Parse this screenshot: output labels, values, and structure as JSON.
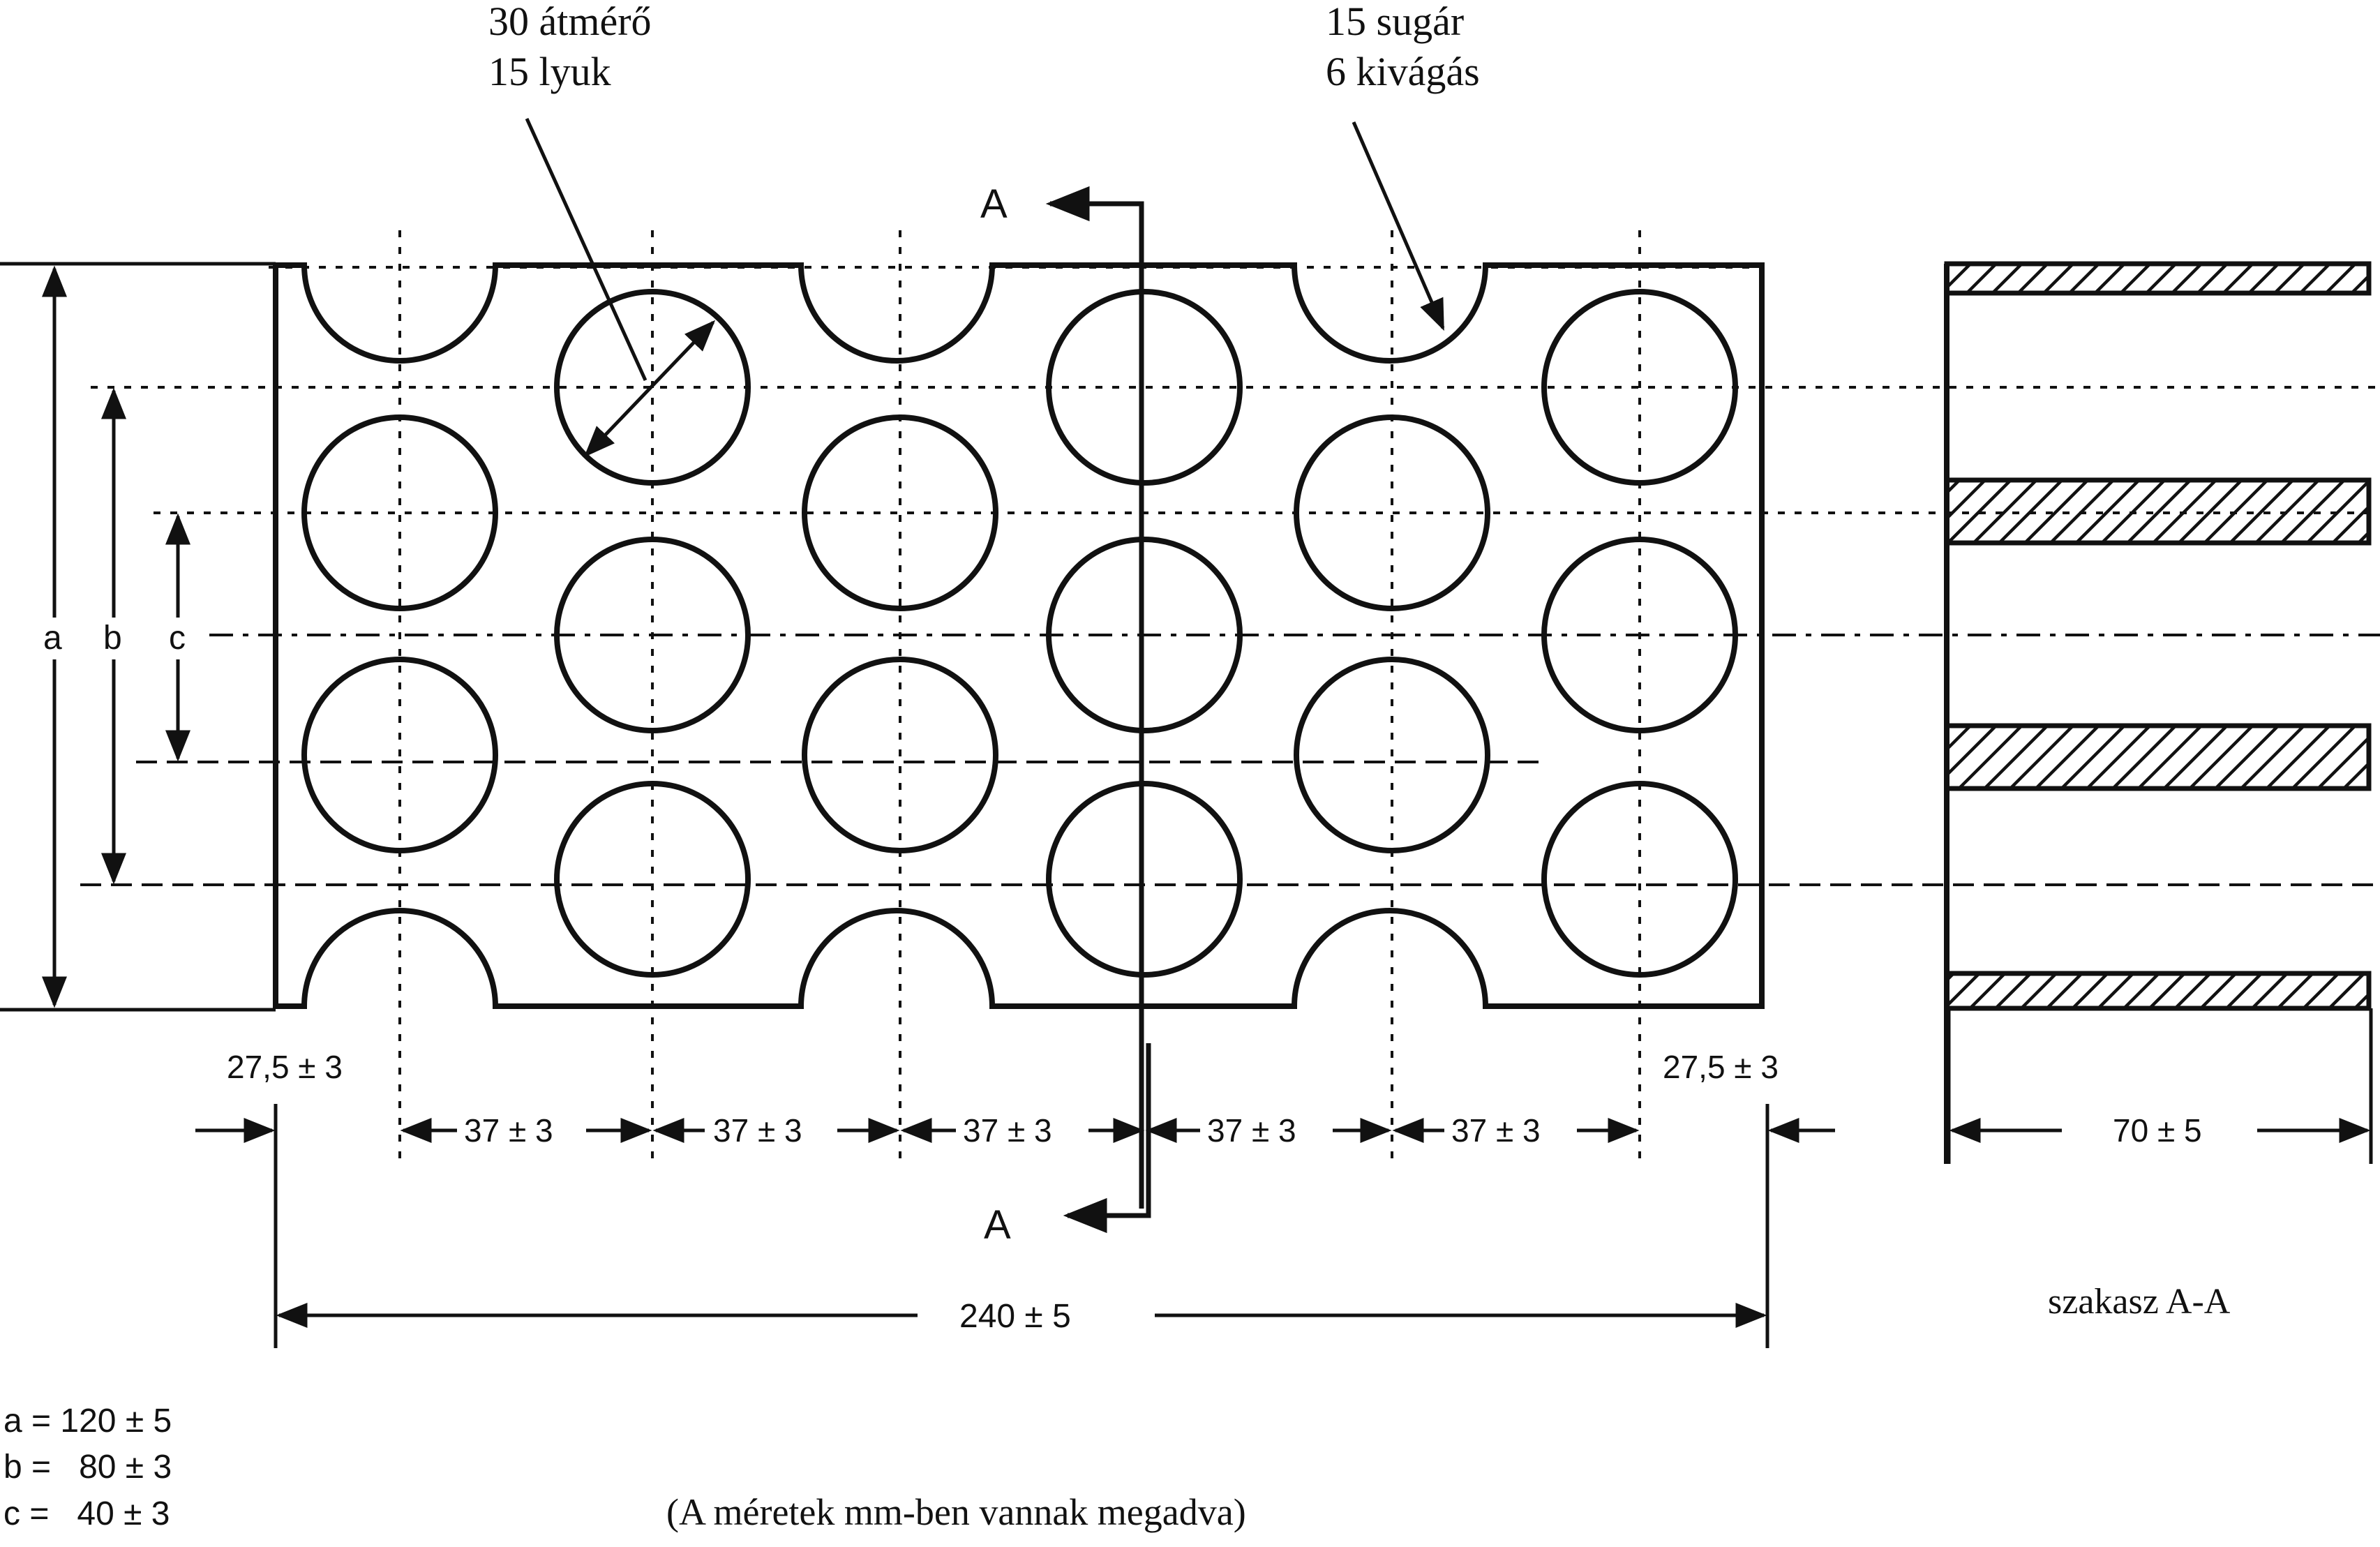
{
  "callouts": {
    "holes_line1": "30 átmérő",
    "holes_line2": "15 lyuk",
    "notches_line1": "15 sugár",
    "notches_line2": "6 kivágás"
  },
  "section_marks": {
    "top": "A",
    "bottom": "A"
  },
  "left_dims": {
    "a": "a",
    "b": "b",
    "c": "c"
  },
  "dimensions": {
    "edge_left": "27,5 ± 3",
    "edge_right": "27,5 ± 3",
    "pitches": [
      "37 ± 3",
      "37 ± 3",
      "37 ± 3",
      "37 ± 3",
      "37 ± 3"
    ],
    "total_length": "240 ± 5",
    "section_width": "70 ± 5"
  },
  "section_label": "szakasz A-A",
  "legend": {
    "a": "a = 120 ± 5",
    "b": "b =   80 ± 3",
    "c": "c =   40 ± 3"
  },
  "note": "(A méretek mm-ben vannak megadva)",
  "colors": {
    "ink": "#111111",
    "paper": "#ffffff"
  }
}
